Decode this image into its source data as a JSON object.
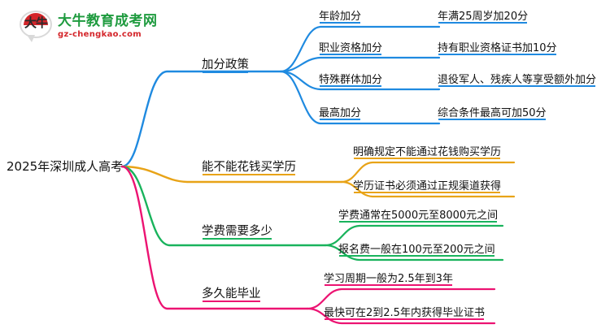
{
  "logo": {
    "mark_char": "大牛",
    "title": "大牛教育成考网",
    "subtitle": "gz-chengkao.com",
    "title_color": "#1f9b3f",
    "subtitle_color": "#d4252a",
    "arc_color": "#d4252a"
  },
  "mindmap": {
    "root": "2025年深圳成人高考",
    "branches": [
      {
        "label": "加分政策",
        "color": "#1f8ae0",
        "children": [
          {
            "label": "年龄加分",
            "detail": "年满25周岁加20分"
          },
          {
            "label": "职业资格加分",
            "detail": "持有职业资格证书加10分"
          },
          {
            "label": "特殊群体加分",
            "detail": "退役军人、残疾人等享受额外加分"
          },
          {
            "label": "最高加分",
            "detail": "综合条件最高可加50分"
          }
        ]
      },
      {
        "label": "能不能花钱买学历",
        "color": "#e8a317",
        "children": [
          {
            "label": "明确规定不能通过花钱购买学历",
            "detail": ""
          },
          {
            "label": "学历证书必须通过正规渠道获得",
            "detail": ""
          }
        ]
      },
      {
        "label": "学费需要多少",
        "color": "#19b35c",
        "children": [
          {
            "label": "学费通常在5000元至8000元之间",
            "detail": ""
          },
          {
            "label": "报名费一般在100元至200元之间",
            "detail": ""
          }
        ]
      },
      {
        "label": "多久能毕业",
        "color": "#ec1372",
        "children": [
          {
            "label": "学习周期一般为2.5年到3年",
            "detail": ""
          },
          {
            "label": "最快可在2到2.5年内获得毕业证书",
            "detail": ""
          }
        ]
      }
    ]
  }
}
